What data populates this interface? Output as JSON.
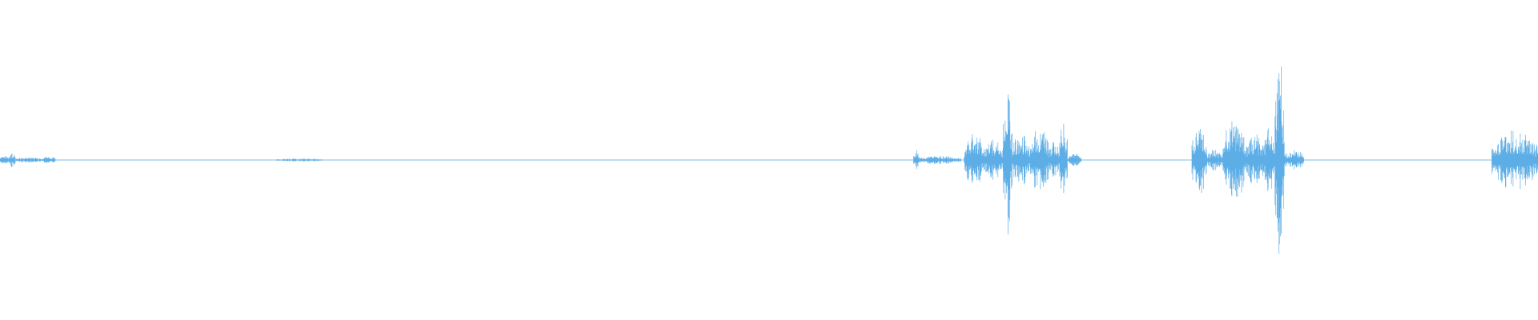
{
  "waveform": {
    "color": "#5daee6",
    "amplitude_scale": "linear",
    "burst_segments": [
      {
        "start_time": 0.0,
        "end_time": 0.006,
        "peak_amplitude": 0.04
      },
      {
        "start_time": 0.006,
        "end_time": 0.01,
        "peak_amplitude": 0.07
      },
      {
        "start_time": 0.01,
        "end_time": 0.028,
        "peak_amplitude": 0.025
      },
      {
        "start_time": 0.028,
        "end_time": 0.036,
        "peak_amplitude": 0.04
      },
      {
        "start_time": 0.18,
        "end_time": 0.21,
        "peak_amplitude": 0.015
      },
      {
        "start_time": 0.594,
        "end_time": 0.598,
        "peak_amplitude": 0.1
      },
      {
        "start_time": 0.598,
        "end_time": 0.625,
        "peak_amplitude": 0.04
      },
      {
        "start_time": 0.627,
        "end_time": 0.64,
        "peak_amplitude": 0.25
      },
      {
        "start_time": 0.64,
        "end_time": 0.652,
        "peak_amplitude": 0.2
      },
      {
        "start_time": 0.652,
        "end_time": 0.658,
        "peak_amplitude": 0.7
      },
      {
        "start_time": 0.658,
        "end_time": 0.67,
        "peak_amplitude": 0.25
      },
      {
        "start_time": 0.67,
        "end_time": 0.682,
        "peak_amplitude": 0.33
      },
      {
        "start_time": 0.682,
        "end_time": 0.689,
        "peak_amplitude": 0.18
      },
      {
        "start_time": 0.689,
        "end_time": 0.694,
        "peak_amplitude": 0.4
      },
      {
        "start_time": 0.694,
        "end_time": 0.703,
        "peak_amplitude": 0.06
      },
      {
        "start_time": 0.775,
        "end_time": 0.785,
        "peak_amplitude": 0.33
      },
      {
        "start_time": 0.785,
        "end_time": 0.795,
        "peak_amplitude": 0.1
      },
      {
        "start_time": 0.795,
        "end_time": 0.81,
        "peak_amplitude": 0.4
      },
      {
        "start_time": 0.81,
        "end_time": 0.822,
        "peak_amplitude": 0.25
      },
      {
        "start_time": 0.822,
        "end_time": 0.829,
        "peak_amplitude": 0.35
      },
      {
        "start_time": 0.829,
        "end_time": 0.835,
        "peak_amplitude": 0.98
      },
      {
        "start_time": 0.835,
        "end_time": 0.848,
        "peak_amplitude": 0.1
      },
      {
        "start_time": 0.97,
        "end_time": 1.0,
        "peak_amplitude": 0.28
      }
    ]
  }
}
